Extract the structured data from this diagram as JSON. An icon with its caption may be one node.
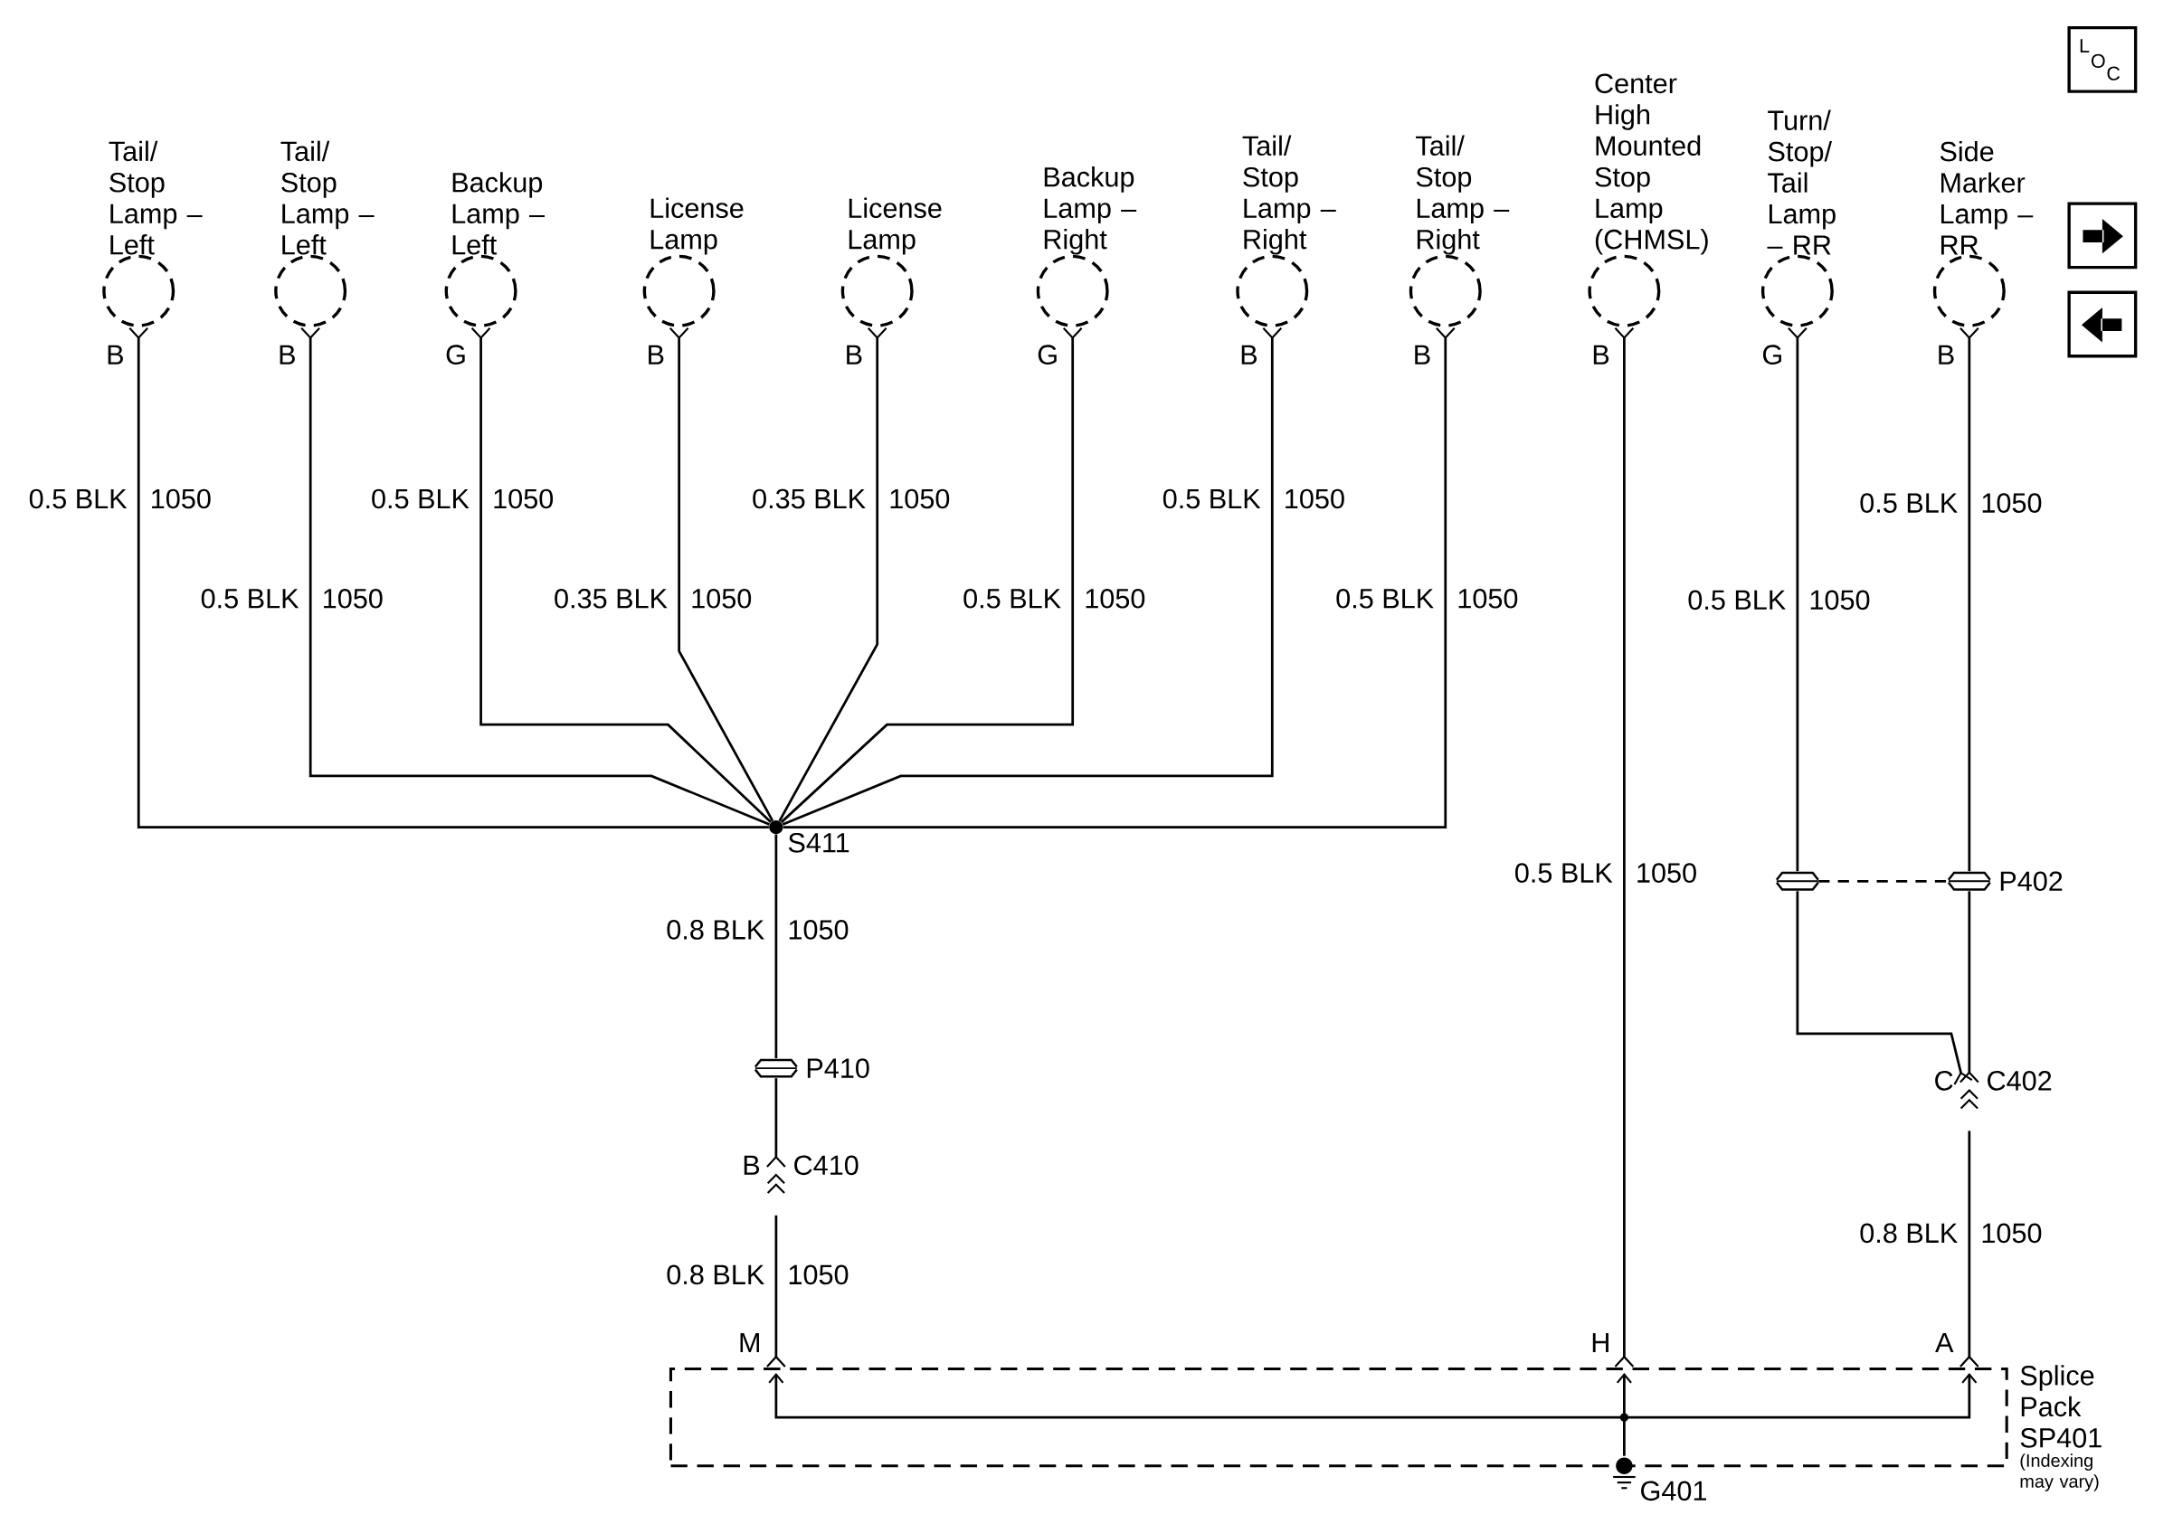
{
  "diagram": {
    "nodes": [
      {
        "text": [
          "Tail/ Stop Lamp – Left"
        ],
        "beside": [
          "B"
        ]
      },
      {
        "text": [
          "Tail/ Stop Lamp – Left"
        ],
        "beside": [
          "B"
        ]
      },
      {
        "text": [
          "Backup Lamp – Left"
        ],
        "beside": [
          "G"
        ]
      },
      {
        "text": [
          "License Lamp"
        ],
        "beside": [
          "B"
        ]
      },
      {
        "text": [
          "License Lamp"
        ],
        "beside": [
          "B"
        ]
      },
      {
        "text": [
          "Backup Lamp – Right"
        ],
        "beside": [
          "G"
        ]
      },
      {
        "text": [
          "Tail/ Stop Lamp – Right"
        ],
        "beside": [
          "B"
        ]
      },
      {
        "text": [
          "Tail/ Stop Lamp – Right"
        ],
        "beside": [
          "B"
        ]
      },
      {
        "text": [
          "Center High Mounted Stop Lamp (CHMSL)"
        ],
        "beside": [
          "B"
        ]
      },
      {
        "text": [
          "Turn/ Stop/ Tail Lamp – RR"
        ],
        "beside": [
          "G"
        ]
      },
      {
        "text": [
          "Side Marker Lamp – RR"
        ],
        "beside": [
          "B"
        ]
      },
      {
        "text": [
          "S411"
        ]
      },
      {
        "text": [
          "P410"
        ]
      },
      {
        "text": [
          "B",
          "C410"
        ]
      },
      {
        "text": [],
        "shape": "bar"
      },
      {
        "text": [
          "P402"
        ]
      },
      {
        "text": [
          "C",
          "C402"
        ]
      },
      {
        "text": [
          "Splice Pack SP401",
          "(Indexing may vary)"
        ]
      },
      {
        "text": [
          "G401"
        ]
      }
    ],
    "edges": [
      {
        "from": 0,
        "to": 11,
        "arrow": "other"
      },
      {
        "from": 1,
        "to": 11,
        "arrow": "other"
      },
      {
        "from": 2,
        "to": 11,
        "arrow": "other"
      },
      {
        "from": 3,
        "to": 11,
        "arrow": "other"
      },
      {
        "from": 4,
        "to": 11,
        "arrow": "other"
      },
      {
        "from": 5,
        "to": 11,
        "arrow": "other"
      },
      {
        "from": 6,
        "to": 11,
        "arrow": "other"
      },
      {
        "from": 7,
        "to": 11,
        "arrow": "other"
      },
      {
        "from": 8,
        "to": 17,
        "arrow": "other"
      },
      {
        "from": 9,
        "to": 14,
        "arrow": "other"
      },
      {
        "from": 10,
        "to": 15,
        "arrow": "other"
      },
      {
        "from": 14,
        "to": 15,
        "arrow": "none",
        "style": "dashed"
      },
      {
        "from": 14,
        "to": 16,
        "arrow": "other"
      },
      {
        "from": 15,
        "to": 16,
        "arrow": "other"
      },
      {
        "from": 11,
        "to": 12,
        "arrow": "none"
      },
      {
        "from": 12,
        "to": 13,
        "arrow": "other"
      },
      {
        "from": 13,
        "to": 17,
        "arrow": "other"
      },
      {
        "from": 16,
        "to": 17,
        "arrow": "other"
      },
      {
        "from": 17,
        "to": 18,
        "arrow": "none"
      }
    ],
    "labels": [
      "L",
      "O",
      "C",
      "0.5 BLK",
      "1050",
      "0.5 BLK",
      "1050",
      "0.35 BLK",
      "1050",
      "0.5 BLK",
      "1050",
      "0.5 BLK",
      "1050",
      "0.5 BLK",
      "1050",
      "0.35 BLK",
      "1050",
      "0.5 BLK",
      "1050",
      "0.5 BLK",
      "1050",
      "0.5 BLK",
      "1050",
      "0.5 BLK",
      "1050",
      "0.8 BLK",
      "1050",
      "0.8 BLK",
      "1050",
      "0.8 BLK",
      "1050",
      "M",
      "H",
      "A"
    ]
  }
}
